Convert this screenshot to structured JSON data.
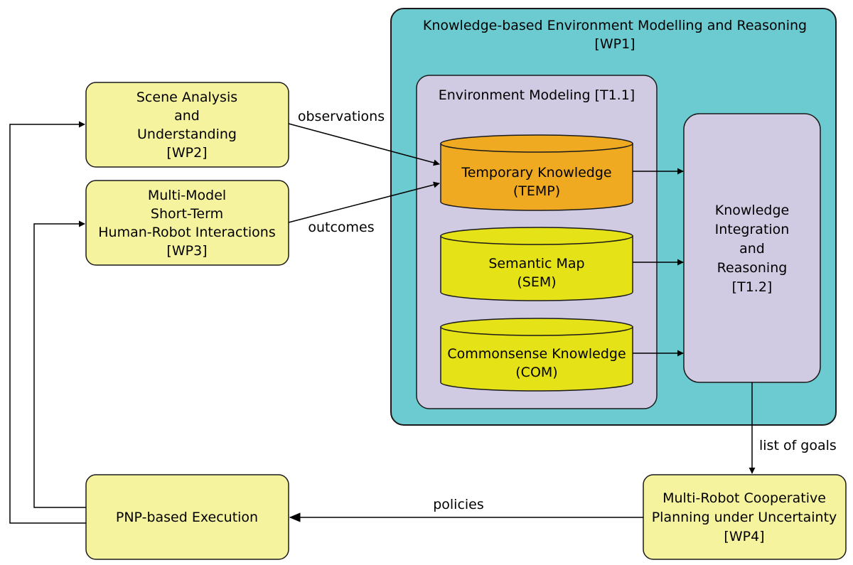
{
  "colors": {
    "wp1_fill": "#6ccbd0",
    "env_fill": "#d0cae3",
    "ki_fill": "#d0cae3",
    "box_fill": "#f6f39f",
    "temp_fill": "#f0aa22",
    "sem_fill": "#e5e217",
    "com_fill": "#e5e217",
    "stroke": "#1a1a1a"
  },
  "wp1": {
    "title": "Knowledge-based Environment Modelling and Reasoning",
    "tag": "[WP1]"
  },
  "env": {
    "title": "Environment Modeling [T1.1]"
  },
  "temp": {
    "name": "Temporary Knowledge",
    "abbr": "(TEMP)"
  },
  "sem": {
    "name": "Semantic Map",
    "abbr": "(SEM)"
  },
  "com": {
    "name": "Commonsense Knowledge",
    "abbr": "(COM)"
  },
  "ki": {
    "l1": "Knowledge",
    "l2": "Integration",
    "l3": "and",
    "l4": "Reasoning",
    "l5": "[T1.2]"
  },
  "scene": {
    "l1": "Scene Analysis",
    "l2": "and",
    "l3": "Understanding",
    "l4": "[WP2]"
  },
  "hri": {
    "l1": "Multi-Model",
    "l2": "Short-Term",
    "l3": "Human-Robot Interactions",
    "l4": "[WP3]"
  },
  "pnp": {
    "l1": "PNP-based Execution"
  },
  "mrp": {
    "l1": "Multi-Robot Cooperative",
    "l2": "Planning under Uncertainty",
    "l3": "[WP4]"
  },
  "edges": {
    "observations": "observations",
    "outcomes": "outcomes",
    "list_of_goals": "list of goals",
    "policies": "policies"
  }
}
